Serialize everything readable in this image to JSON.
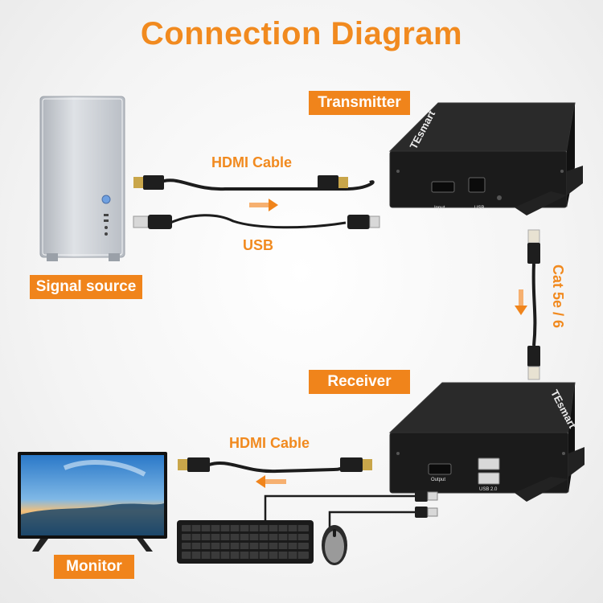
{
  "title": "Connection Diagram",
  "labels": {
    "transmitter": "Transmitter",
    "receiver": "Receiver",
    "signal_source": "Signal source",
    "monitor": "Monitor",
    "hdmi_cable_top": "HDMI Cable",
    "usb": "USB",
    "cat": "Cat 5e / 6",
    "hdmi_cable_bottom": "HDMI Cable"
  },
  "device_text": {
    "brand": "TEsmart",
    "tx_input": "Input",
    "tx_usb": "USB",
    "rx_output": "Output",
    "rx_usb": "USB 2.0"
  },
  "colors": {
    "accent": "#f0841b",
    "device_body": "#1b1b1b",
    "pc_case": "#c8ccd2"
  }
}
